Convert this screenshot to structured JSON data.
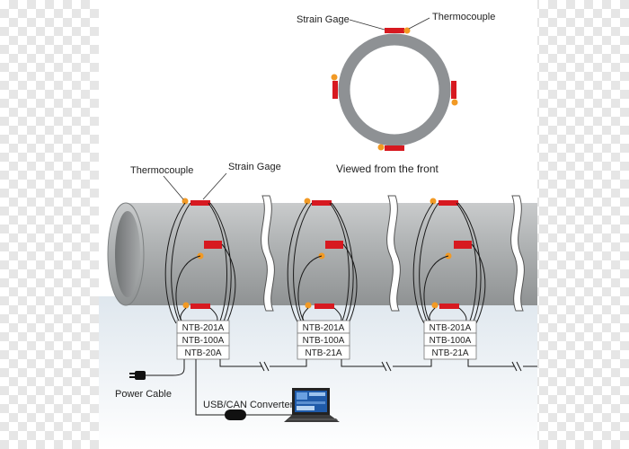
{
  "front_view": {
    "strain_gage_label": "Strain Gage",
    "thermocouple_label": "Thermocouple",
    "caption": "Viewed from the front"
  },
  "pipe_labels": {
    "thermocouple_label": "Thermocouple",
    "strain_gage_label": "Strain Gage"
  },
  "modules": [
    {
      "lines": [
        "NTB-201A",
        "NTB-100A",
        "NTB-20A"
      ]
    },
    {
      "lines": [
        "NTB-201A",
        "NTB-100A",
        "NTB-21A"
      ]
    },
    {
      "lines": [
        "NTB-201A",
        "NTB-100A",
        "NTB-21A"
      ]
    }
  ],
  "power_cable_label": "Power Cable",
  "converter_label": "USB/CAN  Converter",
  "colors": {
    "pipe": "#a9acad",
    "ring": "#8e9194",
    "strain_gage": "#d71920",
    "thermocouple": "#f29a25",
    "laptop_screen": "#1f5aa8"
  },
  "icons": [
    "power-plug-icon",
    "laptop-icon",
    "converter-icon"
  ]
}
